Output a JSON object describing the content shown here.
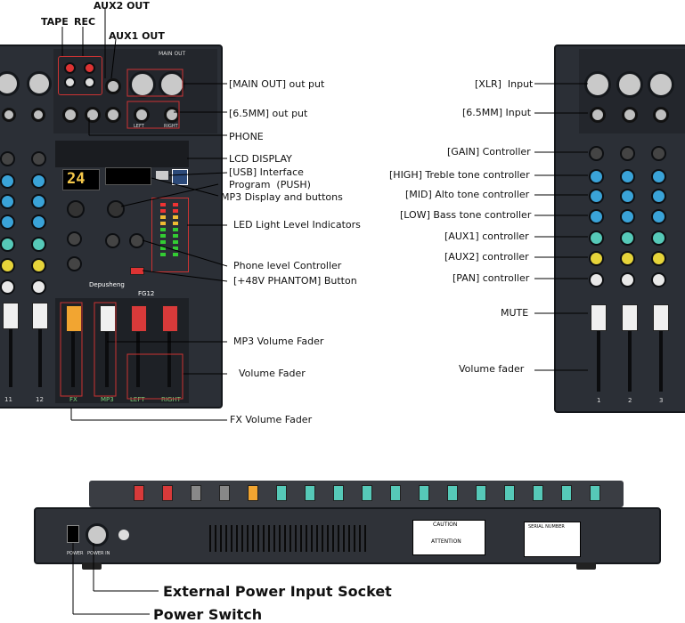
{
  "labels_left": {
    "aux2_out": "AUX2 OUT",
    "tape": "TAPE",
    "rec": "REC",
    "aux1_out": "AUX1 OUT",
    "main_out": "[MAIN OUT] out put",
    "out_65": "[6.5MM] out put",
    "phone": "PHONE",
    "lcd": "LCD DISPLAY",
    "usb": "[USB] Interface",
    "program": "Program  (PUSH)",
    "mp3_display": "MP3 Display and buttons",
    "led": "LED Light Level Indicators",
    "phone_level": "Phone level Controller",
    "phantom": "[+48V PHANTOM] Button",
    "mp3_fader": "MP3 Volume Fader",
    "volume_fader": "Volume Fader",
    "fx_fader": "FX Volume Fader"
  },
  "labels_right": {
    "xlr": "[XLR]  Input",
    "in_65": "[6.5MM] Input",
    "gain": "[GAIN] Controller",
    "high": "[HIGH] Treble tone controller",
    "mid": "[MID] Alto tone controller",
    "low": "[LOW] Bass tone controller",
    "aux1": "[AUX1] controller",
    "aux2": "[AUX2] controller",
    "pan": "[PAN] controller",
    "mute": "MUTE",
    "volume": "Volume fader"
  },
  "labels_bottom": {
    "power_socket": "External Power Input Socket",
    "power_switch": "Power Switch"
  },
  "device": {
    "brand": "Depusheng",
    "model": "FG12",
    "lcd_value": "24",
    "ch_11": "11",
    "ch_12": "12",
    "fx": "FX",
    "mp3": "MP3",
    "left": "LEFT",
    "right": "RIGHT",
    "main_out": "MAIN OUT",
    "power": "POWER",
    "power_in": "POWER IN",
    "caution": "CAUTION",
    "attention": "ATTENTION",
    "serial": "SERIAL NUMBER",
    "ch_1": "1",
    "ch_2": "2",
    "ch_3": "3"
  },
  "colors": {
    "panel": "#2b2f36",
    "knob_blue": "#3aa3d8",
    "knob_teal": "#56c9b8",
    "knob_yellow": "#e6d43a",
    "knob_white": "#e8e8e8",
    "fader_orange": "#f2a531",
    "fader_white": "#f0f0f0",
    "fader_red": "#d83a3a",
    "lcd_bg": "#2c4a7a"
  }
}
